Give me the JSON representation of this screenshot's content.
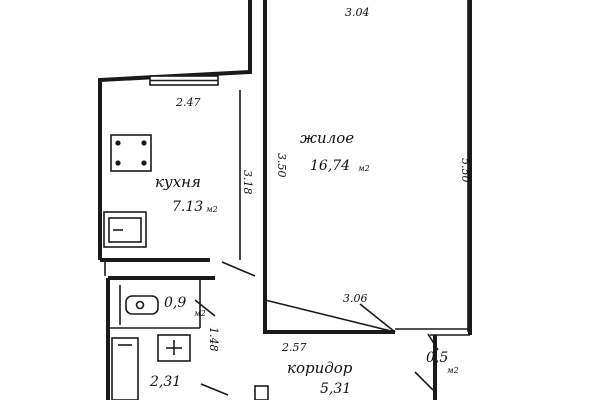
{
  "plan": {
    "rooms": {
      "living": {
        "name": "жилое",
        "area": "16,74",
        "unit": "м2"
      },
      "kitchen": {
        "name": "кухня",
        "area": "7.13",
        "unit": "м2"
      },
      "corridor": {
        "name": "коридор",
        "area": "5,31"
      },
      "wc": {
        "area": "0,9",
        "unit": "м2"
      },
      "closet": {
        "area": "0,5",
        "unit": "м2"
      },
      "bath": {
        "area": "2,31"
      }
    },
    "dimensions": {
      "living_top": "3.04",
      "living_side": "5.50",
      "living_inner": "3.50",
      "living_bottom": "3.06",
      "kitchen_top": "2.47",
      "kitchen_side": "3.18",
      "corridor_width": "2.57",
      "wc_side": "1.48"
    }
  }
}
